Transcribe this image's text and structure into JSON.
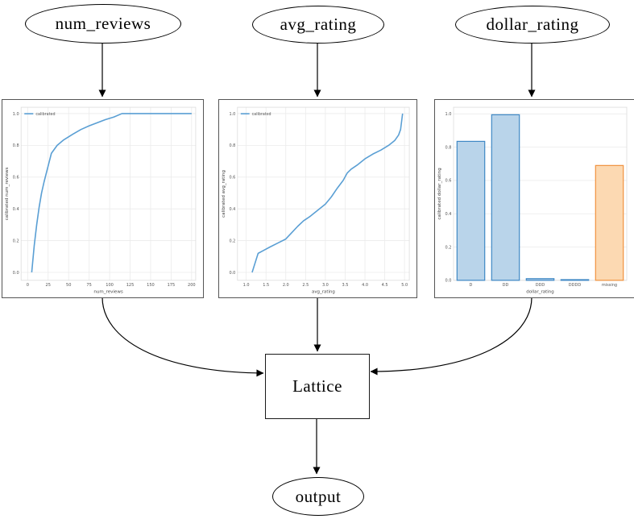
{
  "nodes": {
    "num_reviews": "num_reviews",
    "avg_rating": "avg_rating",
    "dollar_rating": "dollar_rating",
    "lattice": "Lattice",
    "output": "output"
  },
  "colors": {
    "edge": "#000000",
    "line_blue": "#5a9fd4",
    "bar_blue_fill": "#b9d4ea",
    "bar_blue_edge": "#3f88c5",
    "bar_orange_fill": "#fcd9b2",
    "bar_orange_edge": "#f0923f",
    "grid": "#ebebeb",
    "plot_border": "#dcdcdc",
    "tick_text": "#555555",
    "label_text": "#444444"
  },
  "chart_data": [
    {
      "type": "line",
      "title": "",
      "xlabel": "num_reviews",
      "ylabel": "calibrated num_reviews",
      "legend": [
        "calibrated"
      ],
      "legend_position": "upper left",
      "grid": true,
      "grid_axis": "both",
      "xlim": [
        -8,
        205
      ],
      "ylim": [
        -0.05,
        1.04
      ],
      "xticks": {
        "values": [
          0,
          25,
          50,
          75,
          100,
          125,
          150,
          175,
          200
        ],
        "labels": [
          "0",
          "25",
          "50",
          "75",
          "100",
          "125",
          "150",
          "175",
          "200"
        ]
      },
      "yticks": {
        "values": [
          0,
          0.2,
          0.4,
          0.6,
          0.8,
          1.0
        ],
        "labels": [
          "0.0",
          "0.2",
          "0.4",
          "0.6",
          "0.8",
          "1.0"
        ]
      },
      "series": [
        {
          "name": "calibrated",
          "color": "#5a9fd4",
          "points": [
            [
              5,
              0.0
            ],
            [
              8,
              0.17
            ],
            [
              11,
              0.3
            ],
            [
              14,
              0.41
            ],
            [
              17,
              0.5
            ],
            [
              20,
              0.57
            ],
            [
              23,
              0.63
            ],
            [
              26,
              0.69
            ],
            [
              29,
              0.75
            ],
            [
              36,
              0.8
            ],
            [
              44,
              0.835
            ],
            [
              55,
              0.87
            ],
            [
              65,
              0.9
            ],
            [
              75,
              0.923
            ],
            [
              85,
              0.943
            ],
            [
              95,
              0.962
            ],
            [
              105,
              0.978
            ],
            [
              115,
              1.0
            ],
            [
              200,
              1.0
            ]
          ]
        }
      ]
    },
    {
      "type": "line",
      "title": "",
      "xlabel": "avg_rating",
      "ylabel": "calibrated avg_rating",
      "legend": [
        "calibrated"
      ],
      "legend_position": "upper left",
      "grid": true,
      "grid_axis": "both",
      "xlim": [
        0.78,
        5.12
      ],
      "ylim": [
        -0.05,
        1.04
      ],
      "xticks": {
        "values": [
          1.0,
          1.5,
          2.0,
          2.5,
          3.0,
          3.5,
          4.0,
          4.5,
          5.0
        ],
        "labels": [
          "1.0",
          "1.5",
          "2.0",
          "2.5",
          "3.0",
          "3.5",
          "4.0",
          "4.5",
          "5.0"
        ]
      },
      "yticks": {
        "values": [
          0,
          0.2,
          0.4,
          0.6,
          0.8,
          1.0
        ],
        "labels": [
          "0.0",
          "0.2",
          "0.4",
          "0.6",
          "0.8",
          "1.0"
        ]
      },
      "series": [
        {
          "name": "calibrated",
          "color": "#5a9fd4",
          "points": [
            [
              1.15,
              0.0
            ],
            [
              1.3,
              0.12
            ],
            [
              1.45,
              0.14
            ],
            [
              1.6,
              0.16
            ],
            [
              1.8,
              0.185
            ],
            [
              2.0,
              0.21
            ],
            [
              2.15,
              0.25
            ],
            [
              2.3,
              0.29
            ],
            [
              2.45,
              0.325
            ],
            [
              2.6,
              0.35
            ],
            [
              2.8,
              0.39
            ],
            [
              3.0,
              0.43
            ],
            [
              3.15,
              0.475
            ],
            [
              3.3,
              0.53
            ],
            [
              3.45,
              0.58
            ],
            [
              3.55,
              0.625
            ],
            [
              3.65,
              0.65
            ],
            [
              3.8,
              0.675
            ],
            [
              4.0,
              0.715
            ],
            [
              4.2,
              0.745
            ],
            [
              4.4,
              0.77
            ],
            [
              4.6,
              0.8
            ],
            [
              4.75,
              0.83
            ],
            [
              4.85,
              0.865
            ],
            [
              4.9,
              0.9
            ],
            [
              4.95,
              1.0
            ]
          ]
        }
      ]
    },
    {
      "type": "bar",
      "title": "",
      "xlabel": "dollar_rating",
      "ylabel": "calibrated dollar_rating",
      "grid": true,
      "grid_axis": "y",
      "ylim": [
        0,
        1.04
      ],
      "categories": [
        "D",
        "DD",
        "DDD",
        "DDDD",
        "missing"
      ],
      "values": [
        0.835,
        0.995,
        0.01,
        0.004,
        0.69
      ],
      "bar_fill": [
        "#b9d4ea",
        "#b9d4ea",
        "#b9d4ea",
        "#b9d4ea",
        "#fcd9b2"
      ],
      "bar_edge": [
        "#3f88c5",
        "#3f88c5",
        "#3f88c5",
        "#3f88c5",
        "#f0923f"
      ],
      "yticks": {
        "values": [
          0,
          0.2,
          0.4,
          0.6,
          0.8,
          1.0
        ],
        "labels": [
          "0.0",
          "0.2",
          "0.4",
          "0.6",
          "0.8",
          "1.0"
        ]
      }
    }
  ]
}
